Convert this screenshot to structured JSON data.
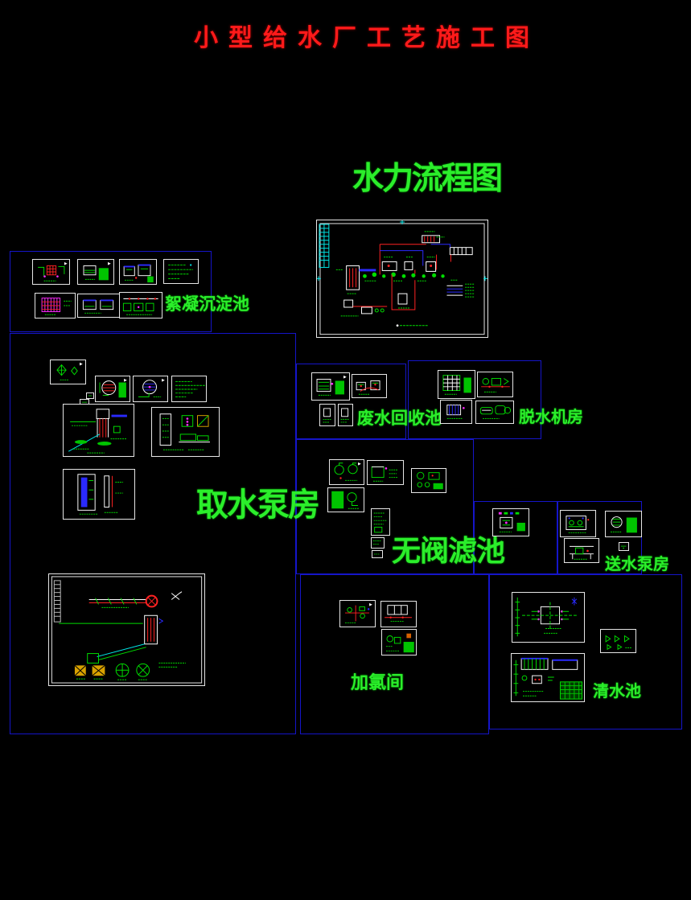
{
  "title": {
    "text": "小型给水厂工艺施工图"
  },
  "flow": {
    "title": "水力流程图"
  },
  "groups": {
    "flocculation_sedimentation": {
      "label": "絮凝沉淀池"
    },
    "intake_pump_house": {
      "label": "取水泵房"
    },
    "wastewater_recovery": {
      "label": "废水回收池"
    },
    "dewatering_room": {
      "label": "脱水机房"
    },
    "valveless_filter": {
      "label": "无阀滤池"
    },
    "delivery_pump_house": {
      "label": "送水泵房"
    },
    "chlorination_room": {
      "label": "加氯间"
    },
    "clear_water_tank": {
      "label": "清水池"
    }
  },
  "colors": {
    "background": "#000000",
    "title_red": "#ff1a1a",
    "label_green": "#2bee2b",
    "group_box_blue": "#1515c9",
    "drawing_border_white": "#e6e6e6",
    "cad_green": "#00dd00",
    "cad_red": "#ff2222",
    "cad_blue": "#2a2aff",
    "cad_cyan": "#00e5e5",
    "cad_magenta": "#ff2bff",
    "cad_yellow": "#d7a100"
  }
}
